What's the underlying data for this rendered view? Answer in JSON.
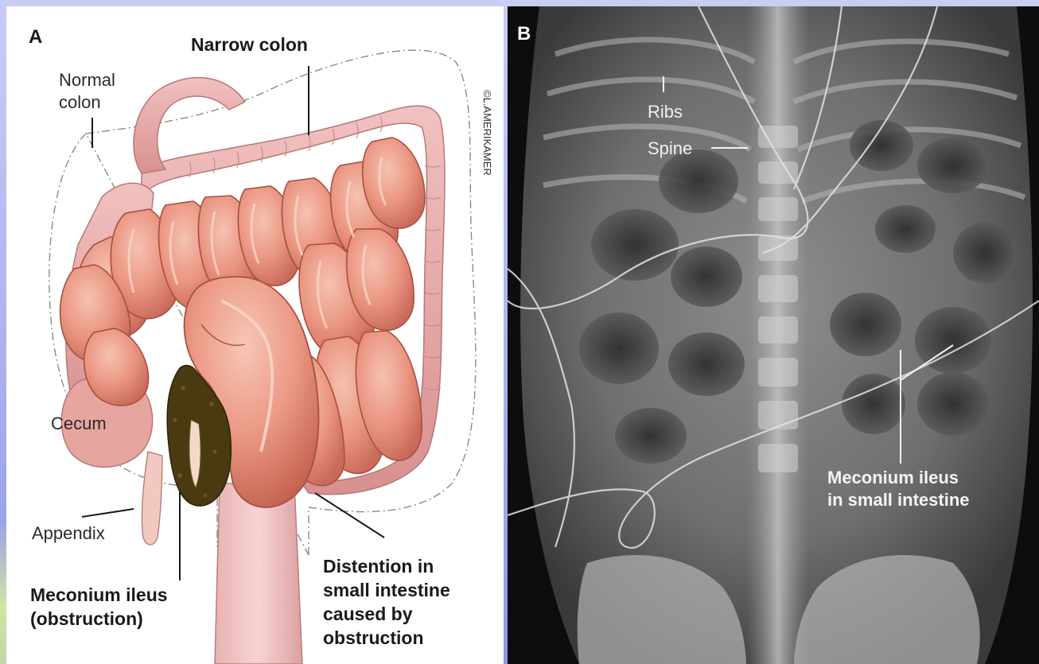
{
  "panel_a": {
    "letter": "A",
    "labels": {
      "narrow_colon": "Narrow colon",
      "normal_colon_line1": "Normal",
      "normal_colon_line2": "colon",
      "cecum": "Cecum",
      "appendix": "Appendix",
      "meconium_line1": "Meconium ileus",
      "meconium_line2": "(obstruction)",
      "distention_line1": "Distention in",
      "distention_line2": "small intestine",
      "distention_line3": "caused by",
      "distention_line4": "obstruction"
    },
    "signature": "©L.AMERIKAMER"
  },
  "panel_b": {
    "letter": "B",
    "labels": {
      "ribs": "Ribs",
      "spine": "Spine",
      "meconium_line1": "Meconium ileus",
      "meconium_line2": "in small intestine"
    }
  },
  "colors": {
    "background": "#aab1ee",
    "intestine": "#e9917e",
    "intestine_shade": "#c96a5a",
    "colon": "#e7a7a6",
    "meconium": "#4a3a12",
    "xray_bg": "#0d0d0d"
  }
}
